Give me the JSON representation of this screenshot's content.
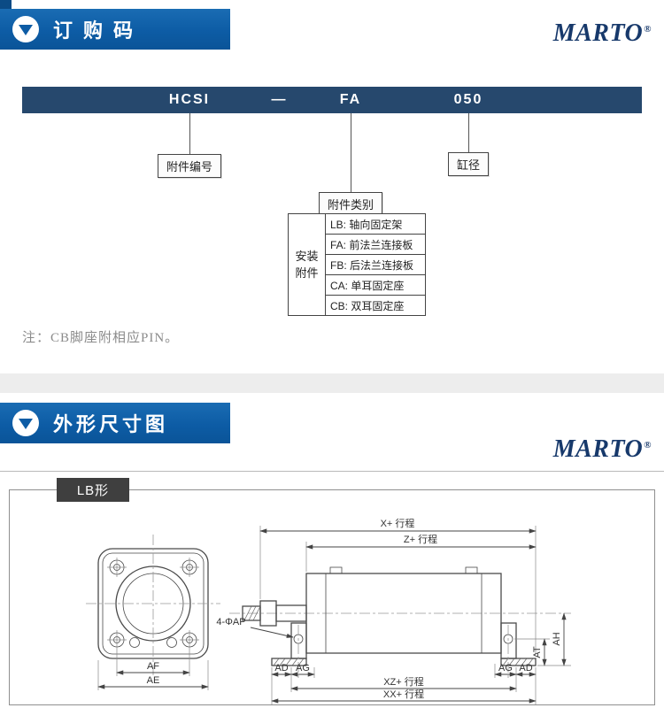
{
  "colors": {
    "ribbon_blue": "#0d5ca5",
    "codebar_navy": "#26486d",
    "logo_navy": "#17396b",
    "variant_dark": "#3f3f3f"
  },
  "header1": {
    "title": "订购码",
    "logo": "MARTO",
    "reg": "®"
  },
  "header2": {
    "title": "外形尺寸图",
    "logo": "MARTO",
    "reg": "®"
  },
  "order_code": {
    "model": "HCSI",
    "dash": "—",
    "type": "FA",
    "bore": "050"
  },
  "callouts": {
    "accessory_no": "附件编号",
    "bore": "缸径",
    "accessory_type": "附件类别"
  },
  "accessory_table": {
    "row_header": "安装\n附件",
    "rows": [
      "LB: 轴向固定架",
      "FA: 前法兰连接板",
      "FB: 后法兰连接板",
      "CA: 单耳固定座",
      "CB: 双耳固定座"
    ]
  },
  "note": "注：CB脚座附相应PIN。",
  "drawing": {
    "variant_label": "LB形",
    "dims": {
      "x_stroke": "X+ 行程",
      "z_stroke": "Z+ 行程",
      "holes": "4-ΦAP",
      "ad": "AD",
      "ag": "AG",
      "af": "AF",
      "ae": "AE",
      "at": "AT",
      "ah": "AH",
      "xz_stroke": "XZ+ 行程",
      "xx_stroke": "XX+ 行程"
    }
  }
}
